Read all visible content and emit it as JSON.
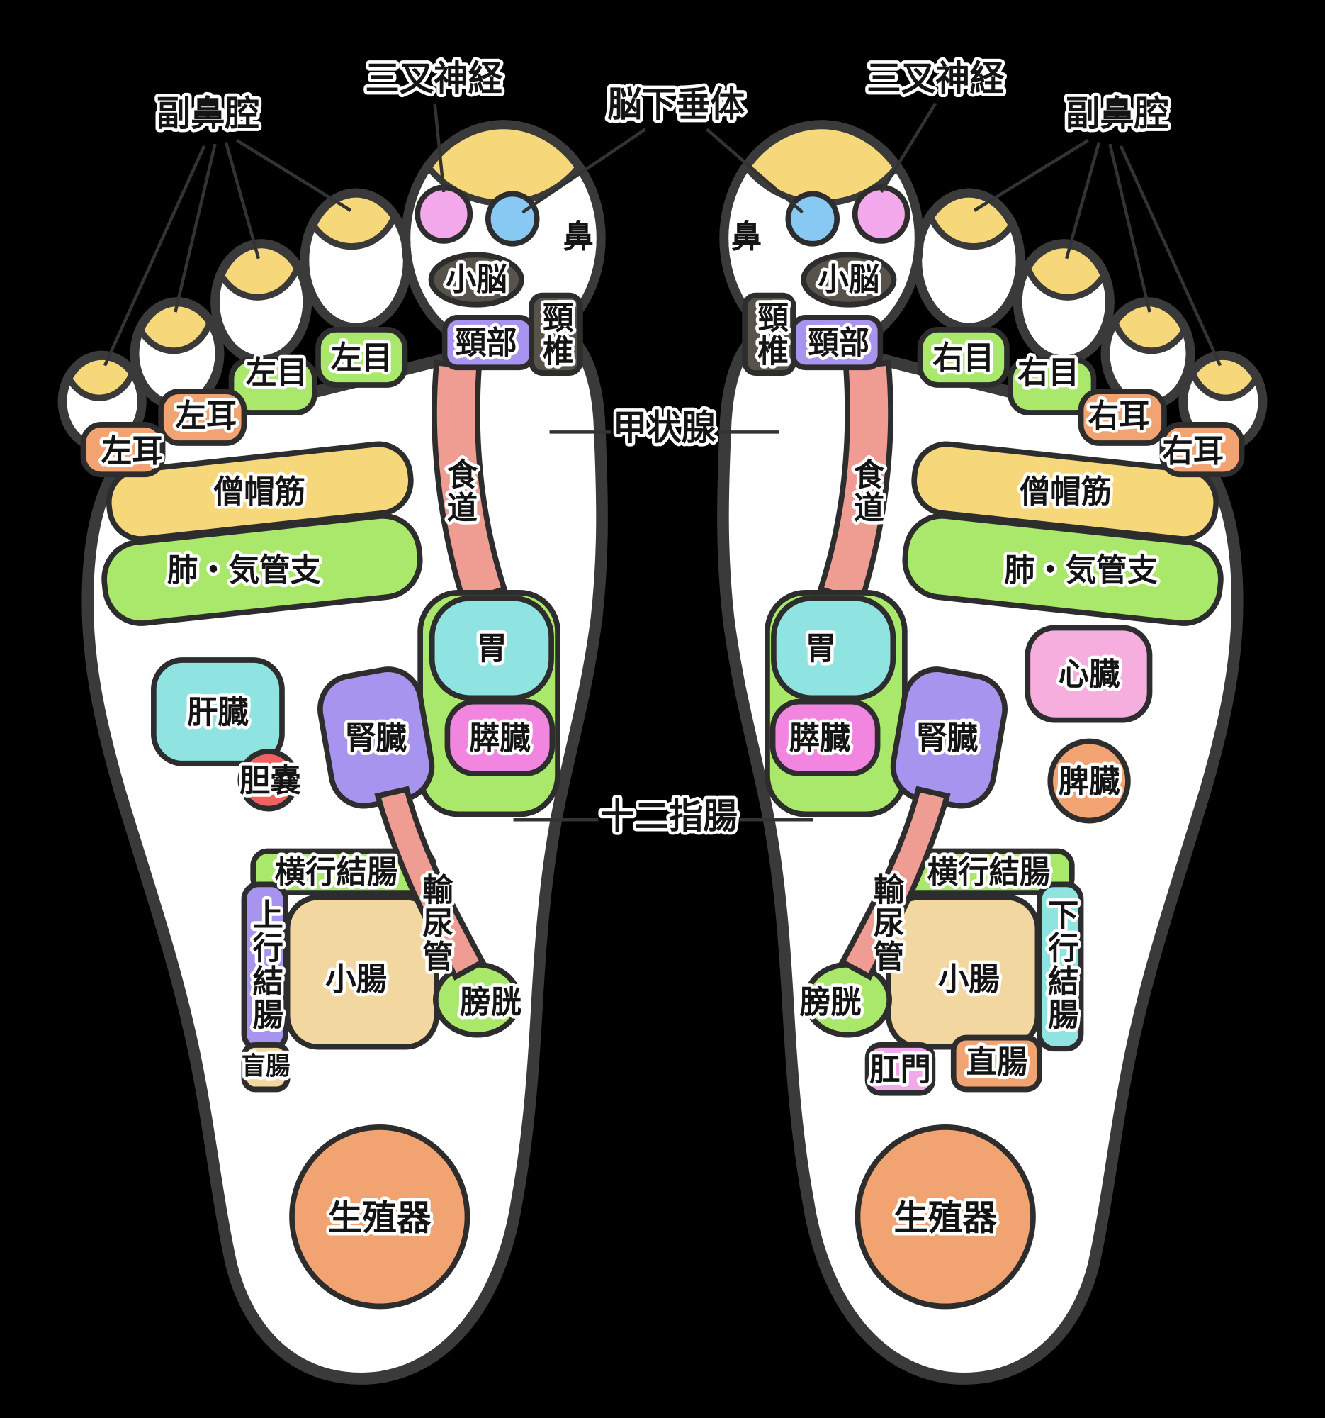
{
  "labels": {
    "trigeminal_nerve": "三叉神経",
    "paranasal_sinus": "副鼻腔",
    "pituitary": "脳下垂体",
    "nose": "鼻",
    "cerebellum": "小脳",
    "cervical_spine": "頸椎",
    "neck": "頸部",
    "left_eye": "左目",
    "right_eye": "右目",
    "left_ear": "左耳",
    "right_ear": "右耳",
    "thyroid": "甲状腺",
    "esophagus": "食道",
    "trapezius": "僧帽筋",
    "lungs_bronchi": "肺・気管支",
    "stomach": "胃",
    "heart": "心臓",
    "liver": "肝臓",
    "kidney": "腎臓",
    "pancreas": "膵臓",
    "gallbladder": "胆嚢",
    "spleen": "脾臓",
    "duodenum": "十二指腸",
    "transverse_colon": "横行結腸",
    "ureter": "輸尿管",
    "ascending_colon": "上行結腸",
    "descending_colon": "下行結腸",
    "small_intestine": "小腸",
    "bladder": "膀胱",
    "cecum": "盲腸",
    "anus": "肛門",
    "rectum": "直腸",
    "genital_organs": "生殖器"
  },
  "palette": {
    "background": "#000000",
    "foot": "#ffffff",
    "outline": "#3a3a3a",
    "yellow": "#f6d87a",
    "green": "#a9e86a",
    "purple": "#a694ee",
    "orange": "#f2a372",
    "salmon": "#ef9d92",
    "cyan": "#8fe3e0",
    "magenta": "#f285e0",
    "pink": "#f2a8ea",
    "blue": "#87c9f2",
    "red": "#f0615f",
    "tan": "#f3d7a0",
    "heart_pink": "#f6aede",
    "dark_zone": "#57534a"
  }
}
